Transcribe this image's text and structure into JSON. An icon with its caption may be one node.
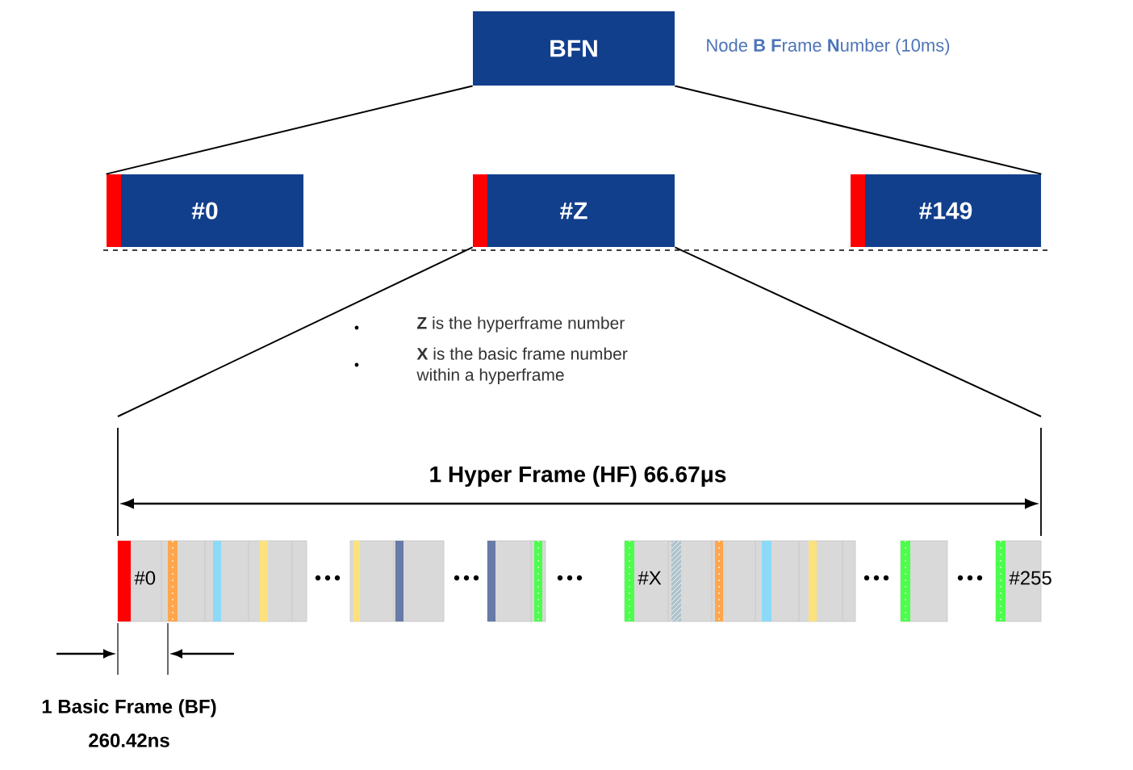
{
  "diagram": {
    "nodes": [
      {
        "text": [
          "BFN"
        ],
        "beside": [
          "Node **B** **F**rame **N**umber (10ms)"
        ]
      },
      {
        "text": [
          "#0"
        ]
      },
      {
        "text": [
          "#Z"
        ]
      },
      {
        "text": [
          "#149"
        ]
      },
      {
        "text": [
          "#0"
        ]
      },
      {
        "text": [],
        "shape": "box"
      },
      {
        "text": [],
        "shape": "box"
      },
      {
        "text": [
          "#X"
        ]
      },
      {
        "text": [],
        "shape": "box"
      },
      {
        "text": [
          "#255"
        ]
      }
    ],
    "edges": [
      {
        "from": 0,
        "to": 1,
        "arrow": "none"
      },
      {
        "from": 0,
        "to": 3,
        "arrow": "none"
      },
      {
        "from": 2,
        "to": null,
        "arrow": "none"
      },
      {
        "from": 2,
        "to": null,
        "arrow": "none"
      }
    ],
    "labels": [
      "**Z** is the hyperframe number",
      "**X** is the basic frame number within a hyperframe",
      "1 Hyper Frame (HF) 66.67μs",
      "1 Basic Frame (BF) 260.42ns"
    ]
  }
}
